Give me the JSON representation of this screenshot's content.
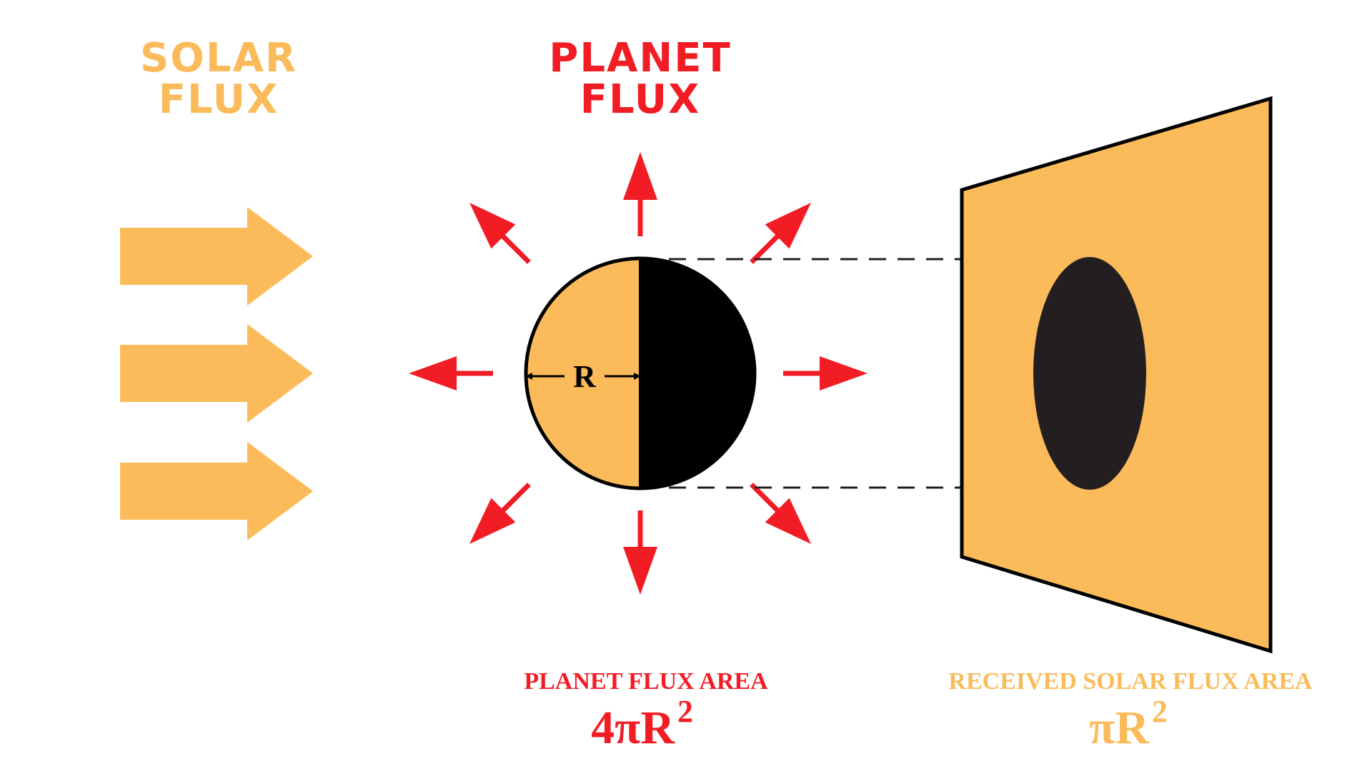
{
  "solar_flux": {
    "line1": "SOLAR",
    "line2": "FLUX"
  },
  "planet_flux": {
    "line1": "PLANET",
    "line2": "FLUX"
  },
  "radius_label": "R",
  "planet_flux_area": {
    "label": "PLANET FLUX AREA",
    "formula": "4πR",
    "exponent": "2"
  },
  "received_solar_flux_area": {
    "label": "RECEIVED SOLAR FLUX AREA",
    "formula": "πR",
    "exponent": "2"
  },
  "colors": {
    "solar": "#FBBB5A",
    "planet_flux": "#F21C24",
    "dark": "#231F20",
    "black": "#000000"
  }
}
